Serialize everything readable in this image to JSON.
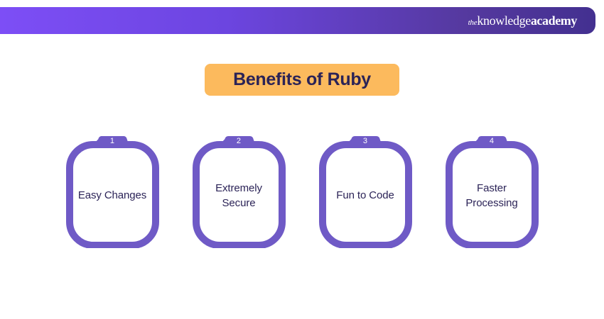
{
  "header": {
    "brand": {
      "prefix": "the",
      "regular": "knowledge",
      "bold": "academy"
    },
    "gradient_start": "#7d4ef6",
    "gradient_end": "#433090"
  },
  "title": {
    "text": "Benefits of Ruby",
    "background_color": "#fcba5d",
    "text_color": "#2b2357"
  },
  "cards": {
    "border_color": "#6f5ac6",
    "fill_color": "#ffffff",
    "number_color": "#ffffff",
    "label_color": "#2b2357",
    "items": [
      {
        "number": "1",
        "label": "Easy Changes"
      },
      {
        "number": "2",
        "label": "Extremely Secure"
      },
      {
        "number": "3",
        "label": "Fun to Code"
      },
      {
        "number": "4",
        "label": "Faster Processing"
      }
    ]
  },
  "page": {
    "background_color": "#ffffff"
  }
}
